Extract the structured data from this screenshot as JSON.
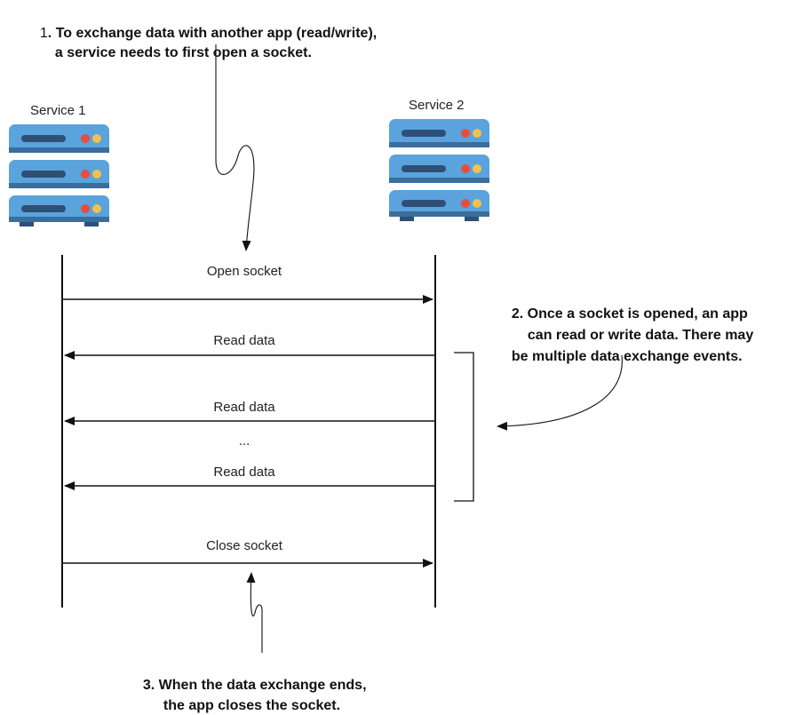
{
  "services": [
    {
      "label": "Service 1"
    },
    {
      "label": "Service 2"
    }
  ],
  "messages": [
    {
      "label": "Open socket",
      "direction": "right"
    },
    {
      "label": "Read data",
      "direction": "left"
    },
    {
      "label": "Read data",
      "direction": "left"
    },
    {
      "label": "...",
      "direction": "none"
    },
    {
      "label": "Read data",
      "direction": "left"
    },
    {
      "label": "Close socket",
      "direction": "right"
    }
  ],
  "annotations": {
    "a1": {
      "number": "1",
      "line1": ". To exchange data with another app (read/write),",
      "line2": "a service needs to first open a socket."
    },
    "a2": {
      "line1": "2. Once a socket is opened, an app",
      "line2": "can read or write data. There may",
      "line3": "be multiple data exchange events."
    },
    "a3": {
      "line1": "3. When the data exchange ends,",
      "line2": "the app closes the socket."
    }
  },
  "colors": {
    "server_body": "#5aa3dd",
    "server_dark": "#3b6e9c",
    "server_slot": "#2f4f75",
    "led_red": "#e84c3d",
    "led_yellow": "#f2c14e",
    "line": "#111111"
  }
}
